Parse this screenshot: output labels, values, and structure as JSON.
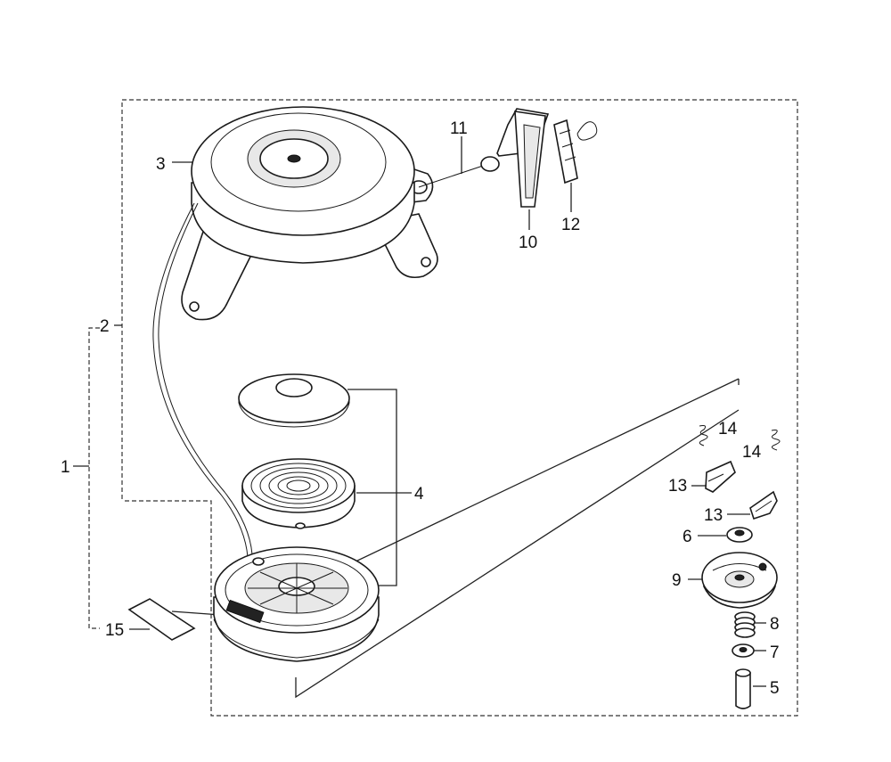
{
  "labels": {
    "l1": "1",
    "l2": "2",
    "l3": "3",
    "l4": "4",
    "l5": "5",
    "l6": "6",
    "l7": "7",
    "l8": "8",
    "l9": "9",
    "l10": "10",
    "l11": "11",
    "l12": "12",
    "l13a": "13",
    "l13b": "13",
    "l14a": "14",
    "l14b": "14",
    "l15": "15"
  }
}
